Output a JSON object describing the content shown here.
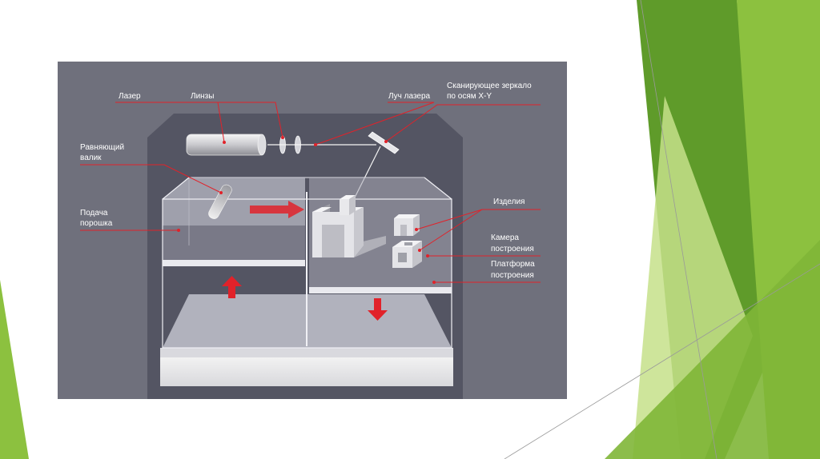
{
  "diagram": {
    "labels": {
      "laser": "Лазер",
      "lenses": "Линзы",
      "beam": "Луч лазера",
      "mirror_line1": "Сканирующее зеркало",
      "mirror_line2": "по осям X-Y",
      "roller_line1": "Равняющий",
      "roller_line2": "валик",
      "powder_line1": "Подача",
      "powder_line2": "порошка",
      "products": "Изделия",
      "chamber_line1": "Камера",
      "chamber_line2": "построения",
      "platform_line1": "Платформа",
      "platform_line2": "построения"
    }
  },
  "colors": {
    "diagram_bg": "#6f707c",
    "chamber_bg": "#545563",
    "accent_red": "#e1222a",
    "green_dark": "#5f9b2a",
    "green_mid": "#8cc13f",
    "green_light": "#c5e08a"
  }
}
